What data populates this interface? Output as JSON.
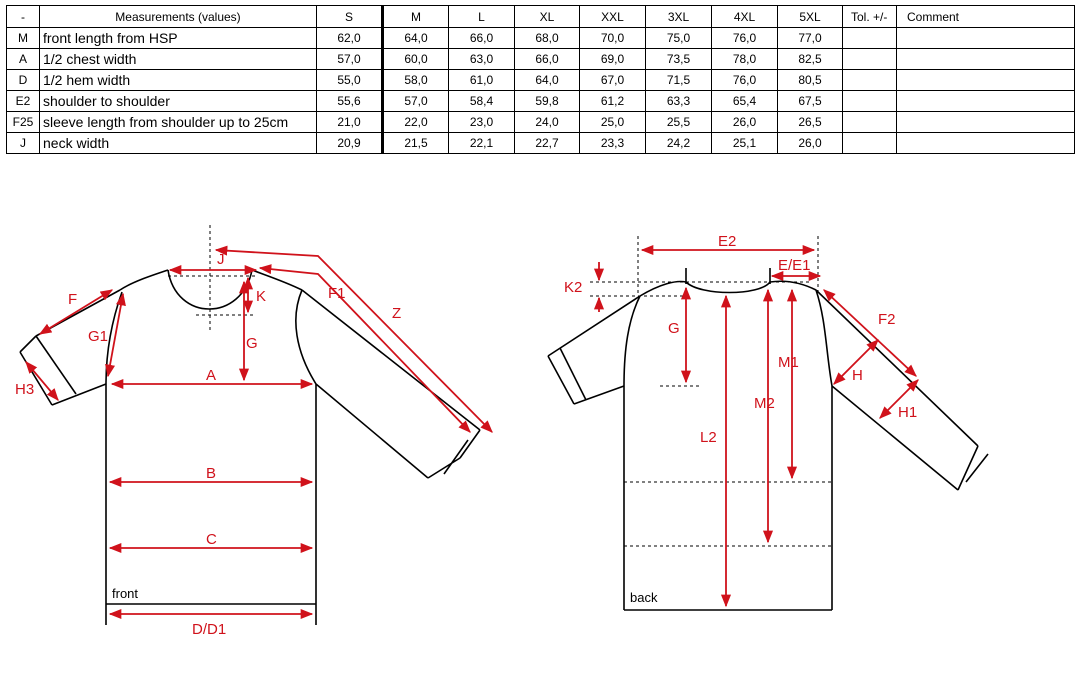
{
  "table": {
    "headers": {
      "code": "-",
      "measurement": "Measurements (values)",
      "sizes": [
        "S",
        "M",
        "L",
        "XL",
        "XXL",
        "3XL",
        "4XL",
        "5XL"
      ],
      "tolerance": "Tol. +/-",
      "comment": "Comment"
    },
    "rows": [
      {
        "code": "M",
        "label": "front length from HSP",
        "values": [
          "62,0",
          "64,0",
          "66,0",
          "68,0",
          "70,0",
          "75,0",
          "76,0",
          "77,0"
        ],
        "tol": "",
        "comment": ""
      },
      {
        "code": "A",
        "label": "1/2 chest width",
        "values": [
          "57,0",
          "60,0",
          "63,0",
          "66,0",
          "69,0",
          "73,5",
          "78,0",
          "82,5"
        ],
        "tol": "",
        "comment": ""
      },
      {
        "code": "D",
        "label": "1/2 hem width",
        "values": [
          "55,0",
          "58,0",
          "61,0",
          "64,0",
          "67,0",
          "71,5",
          "76,0",
          "80,5"
        ],
        "tol": "",
        "comment": ""
      },
      {
        "code": "E2",
        "label": "shoulder to shoulder",
        "values": [
          "55,6",
          "57,0",
          "58,4",
          "59,8",
          "61,2",
          "63,3",
          "65,4",
          "67,5"
        ],
        "tol": "",
        "comment": ""
      },
      {
        "code": "F25",
        "label": "sleeve length from shoulder up to 25cm",
        "values": [
          "21,0",
          "22,0",
          "23,0",
          "24,0",
          "25,0",
          "25,5",
          "26,0",
          "26,5"
        ],
        "tol": "",
        "comment": ""
      },
      {
        "code": "J",
        "label": "neck width",
        "values": [
          "20,9",
          "21,5",
          "22,1",
          "22,7",
          "23,3",
          "24,2",
          "25,1",
          "26,0"
        ],
        "tol": "",
        "comment": ""
      }
    ]
  },
  "front_view": {
    "caption": "front",
    "labels": {
      "J": "J",
      "K": "K",
      "F": "F",
      "G1": "G1",
      "G": "G",
      "F1": "F1",
      "Z": "Z",
      "H3": "H3",
      "A": "A",
      "B": "B",
      "C": "C",
      "D": "D/D1"
    }
  },
  "back_view": {
    "caption": "back",
    "labels": {
      "E2": "E2",
      "E": "E/E1",
      "K2": "K2",
      "G": "G",
      "M1": "M1",
      "M2": "M2",
      "L2": "L2",
      "F2": "F2",
      "H": "H",
      "H1": "H1"
    }
  },
  "colors": {
    "dimension": "#d0121b",
    "outline": "#000000"
  }
}
